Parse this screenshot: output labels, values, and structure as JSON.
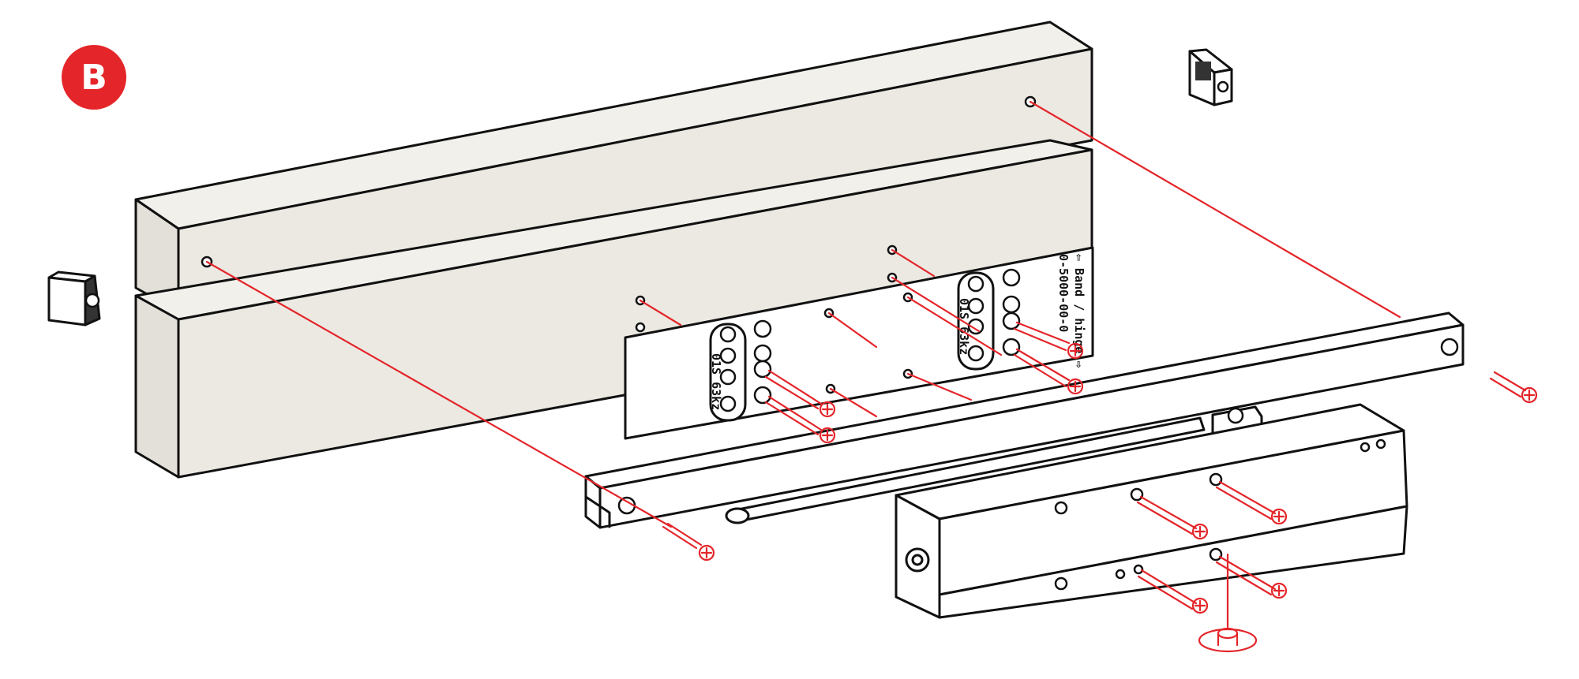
{
  "step": {
    "label": "B"
  },
  "plate": {
    "label_left": "01S 63kz",
    "label_right": "01S 63kz",
    "label_side_1": "⇦ Band / hinge ⇨",
    "label_side_2": "0-5000-00-0"
  },
  "colors": {
    "accent": "#e4252a",
    "outline": "#111111",
    "wood": "#ebe9e2",
    "metal": "#ffffff"
  },
  "icons": [
    "end-cap-left-icon",
    "end-cap-right-icon"
  ]
}
